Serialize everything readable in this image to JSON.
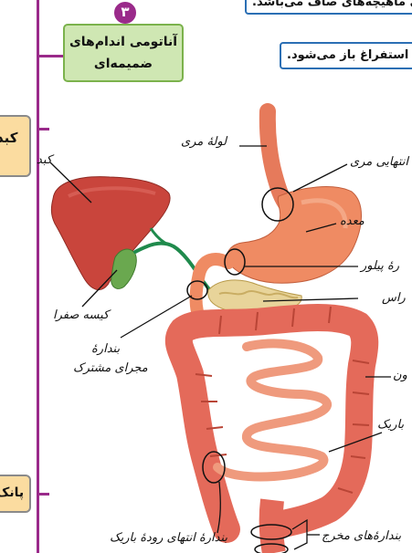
{
  "header_card": {
    "number": "۳",
    "title_line1": "آناتومی اندام‌های",
    "title_line2": "ضمیمه‌ای"
  },
  "notes": {
    "top": "ی ماهیچه‌های صاف می‌باشد.",
    "second": "و استفراغ باز می‌شود."
  },
  "side_boxes": {
    "left_upper": "کبد",
    "left_lower": "پانک"
  },
  "diagram": {
    "labels": {
      "esophagus": "لولهٔ مری",
      "lower_esophageal_sphincter": "انتهایی مری",
      "stomach": "معده",
      "pyloric_sphincter": "رهٔ پیلور",
      "pancreas": "راس",
      "liver": "کبد",
      "gallbladder": "کیسه صفرا",
      "common_duct_sphincter_line1": "بندارهٔ",
      "common_duct_sphincter_line2": "مجرای مشترک",
      "colon": "ون",
      "small_intestine": "باریک",
      "ileocecal_sphincter": "بندارهٔ انتهای رودهٔ باریک",
      "anal_sphincters": "بندارهٔ‌های مخرج"
    }
  },
  "colors": {
    "tree": "#9a2a8a",
    "card_bg": "#cfe7b3",
    "card_border": "#7bb24c",
    "number_bg": "#9a2a8a",
    "note_border": "#2b6fb4",
    "side_box_bg": "#fbdca0",
    "liver": "#c9453c",
    "stomach": "#ef8b63",
    "intestine": "#e46a5a",
    "pancreas": "#e8d49a",
    "gallbladder": "#6aa84f",
    "bile_duct": "#1f8a4c"
  }
}
